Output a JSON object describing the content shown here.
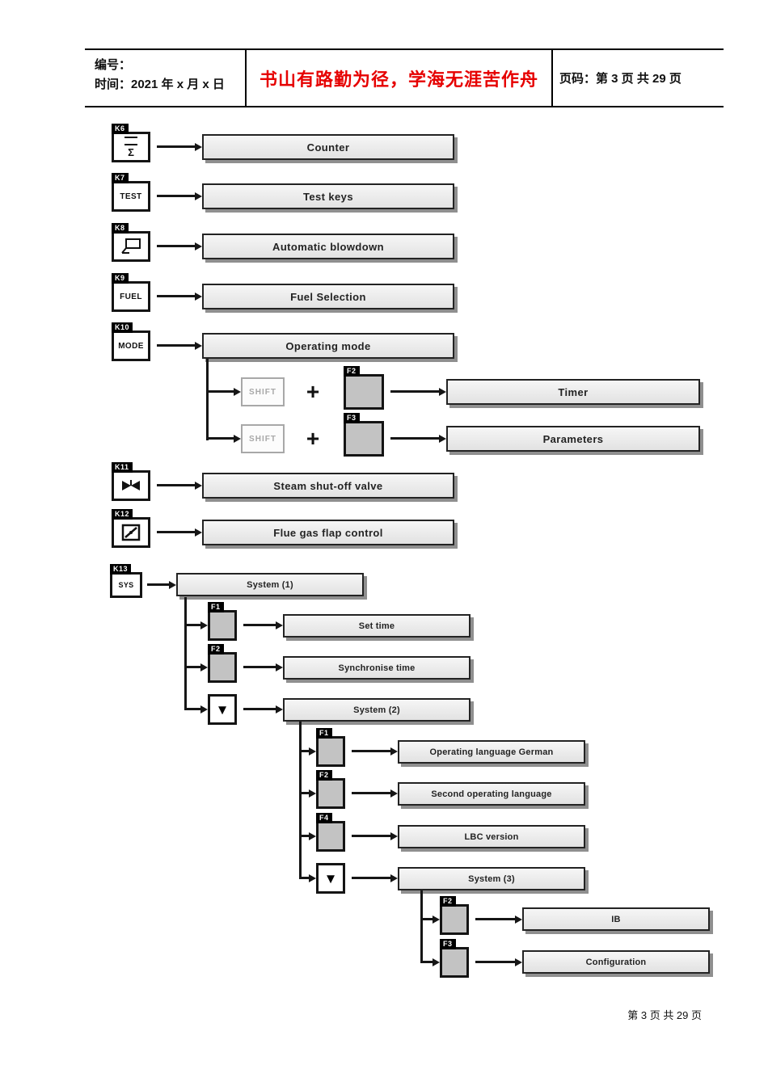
{
  "header": {
    "no_label": "编号：",
    "time_label": "时间：2021 年 x 月 x 日",
    "motto": "书山有路勤为径，学海无涯苦作舟",
    "page_info": "页码：第 3 页 共 29 页"
  },
  "footer": {
    "page_info": "第 3 页 共 29 页"
  },
  "keys": {
    "k6": "K6",
    "k7": "K7",
    "k8": "K8",
    "k9": "K9",
    "k10": "K10",
    "k11": "K11",
    "k12": "K12",
    "k13": "K13",
    "k6_glyph": "Σ",
    "k7_text": "TEST",
    "k9_text": "FUEL",
    "k10_text": "MODE",
    "k13_text": "SYS",
    "shift_label": "SHIFT",
    "plus": "+",
    "f1": "F1",
    "f2": "F2",
    "f3": "F3",
    "f4": "F4",
    "down_glyph": "▼"
  },
  "boxes": {
    "counter": "Counter",
    "test_keys": "Test keys",
    "auto_blowdown": "Automatic blowdown",
    "fuel_selection": "Fuel Selection",
    "operating_mode": "Operating mode",
    "timer": "Timer",
    "parameters": "Parameters",
    "steam_valve": "Steam shut-off valve",
    "flue_gas_flap": "Flue gas flap control",
    "system1": "System (1)",
    "set_time": "Set time",
    "sync_time": "Synchronise time",
    "system2": "System (2)",
    "lang_german": "Operating language German",
    "second_lang": "Second operating language",
    "lbc_version": "LBC version",
    "system3": "System (3)",
    "ib": "IB",
    "configuration": "Configuration"
  }
}
